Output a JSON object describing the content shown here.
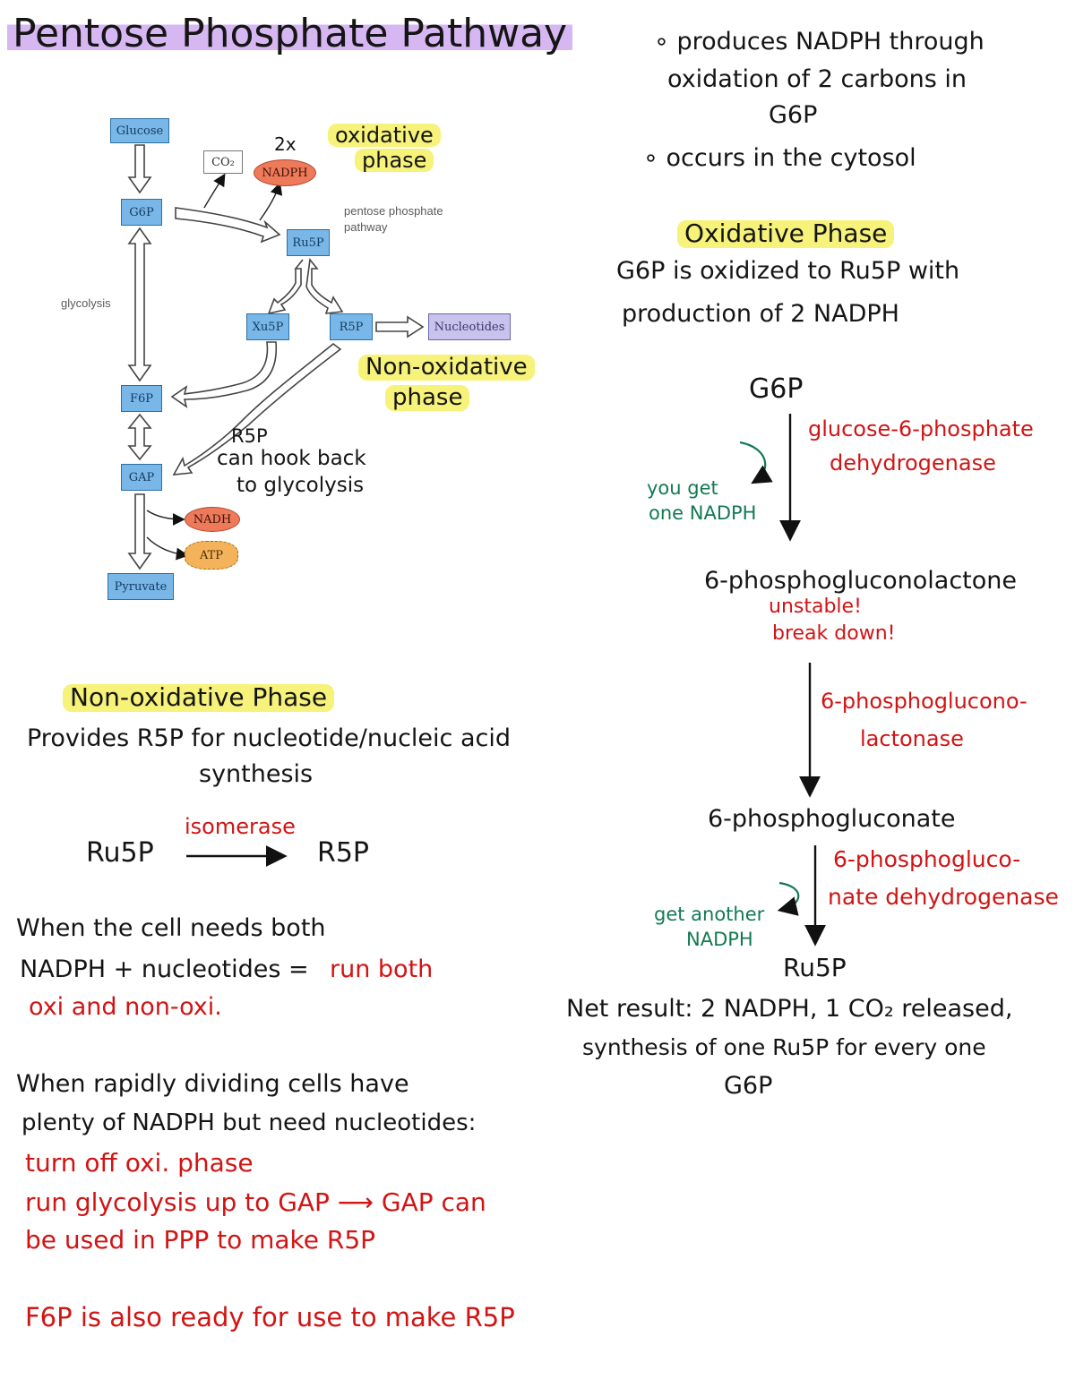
{
  "title": "Pentose Phosphate Pathway",
  "intro": {
    "line1": "∘ produces NADPH through",
    "line2": "oxidation of 2 carbons in",
    "line3": "G6P",
    "line4": "∘ occurs in the cytosol"
  },
  "diagram": {
    "glucose": "Glucose",
    "g6p": "G6P",
    "co2": "CO₂",
    "nadph": "NADPH",
    "ru5p": "Ru5P",
    "xu5p": "Xu5P",
    "r5p": "R5P",
    "nucleotides": "Nucleotides",
    "f6p": "F6P",
    "gap": "GAP",
    "nadh": "NADH",
    "atp": "ATP",
    "pyruvate": "Pyruvate",
    "glycolysis": "glycolysis",
    "ppp_label_1": "pentose phosphate",
    "ppp_label_2": "pathway",
    "two_x": "2x",
    "oxidative_1": "oxidative",
    "oxidative_2": "phase",
    "nonox_1": "Non-oxidative",
    "nonox_2": "phase",
    "r5p_note_1": "R5P",
    "r5p_note_2": "can hook back",
    "r5p_note_3": "to glycolysis"
  },
  "oxidative_section": {
    "heading": "Oxidative Phase",
    "desc1": "G6P is oxidized to Ru5P with",
    "desc2": "production of 2 NADPH",
    "step1": "G6P",
    "enzyme1a": "glucose-6-phosphate",
    "enzyme1b": "dehydrogenase",
    "note1a": "you get",
    "note1b": "one NADPH",
    "step2": "6-phosphogluconolactone",
    "unstable1": "unstable!",
    "unstable2": "break down!",
    "enzyme2a": "6-phosphoglucono-",
    "enzyme2b": "lactonase",
    "step3": "6-phosphogluconate",
    "enzyme3a": "6-phosphogluco-",
    "enzyme3b": "nate dehydrogenase",
    "note2a": "get another",
    "note2b": "NADPH",
    "step4": "Ru5P",
    "net1": "Net result: 2 NADPH, 1 CO₂ released,",
    "net2": "synthesis of one Ru5P for every one",
    "net3": "G6P"
  },
  "nonox_section": {
    "heading": "Non-oxidative Phase",
    "desc1": "Provides R5P for nucleotide/nucleic acid",
    "desc2": "synthesis",
    "left": "Ru5P",
    "enzyme": "isomerase",
    "right": "R5P"
  },
  "notes": {
    "case1_black1": "When the cell needs both",
    "case1_black2": "NADPH + nucleotides =",
    "case1_red1": "run both",
    "case1_red2": "oxi and non-oxi.",
    "case2_black1": "When rapidly dividing cells have",
    "case2_black2": "plenty of NADPH but need nucleotides:",
    "case2_red1": "turn off oxi. phase",
    "case2_red2": "run glycolysis up to GAP ⟶ GAP can",
    "case2_red3": "be used in PPP to make R5P",
    "final": "F6P is also ready for use to make R5P"
  },
  "colors": {
    "red": "#d11414",
    "green": "#127a52",
    "highlight_yellow": "#f6f27a",
    "highlight_purple": "#d7b7f2",
    "box_blue": "#79b7e8"
  }
}
